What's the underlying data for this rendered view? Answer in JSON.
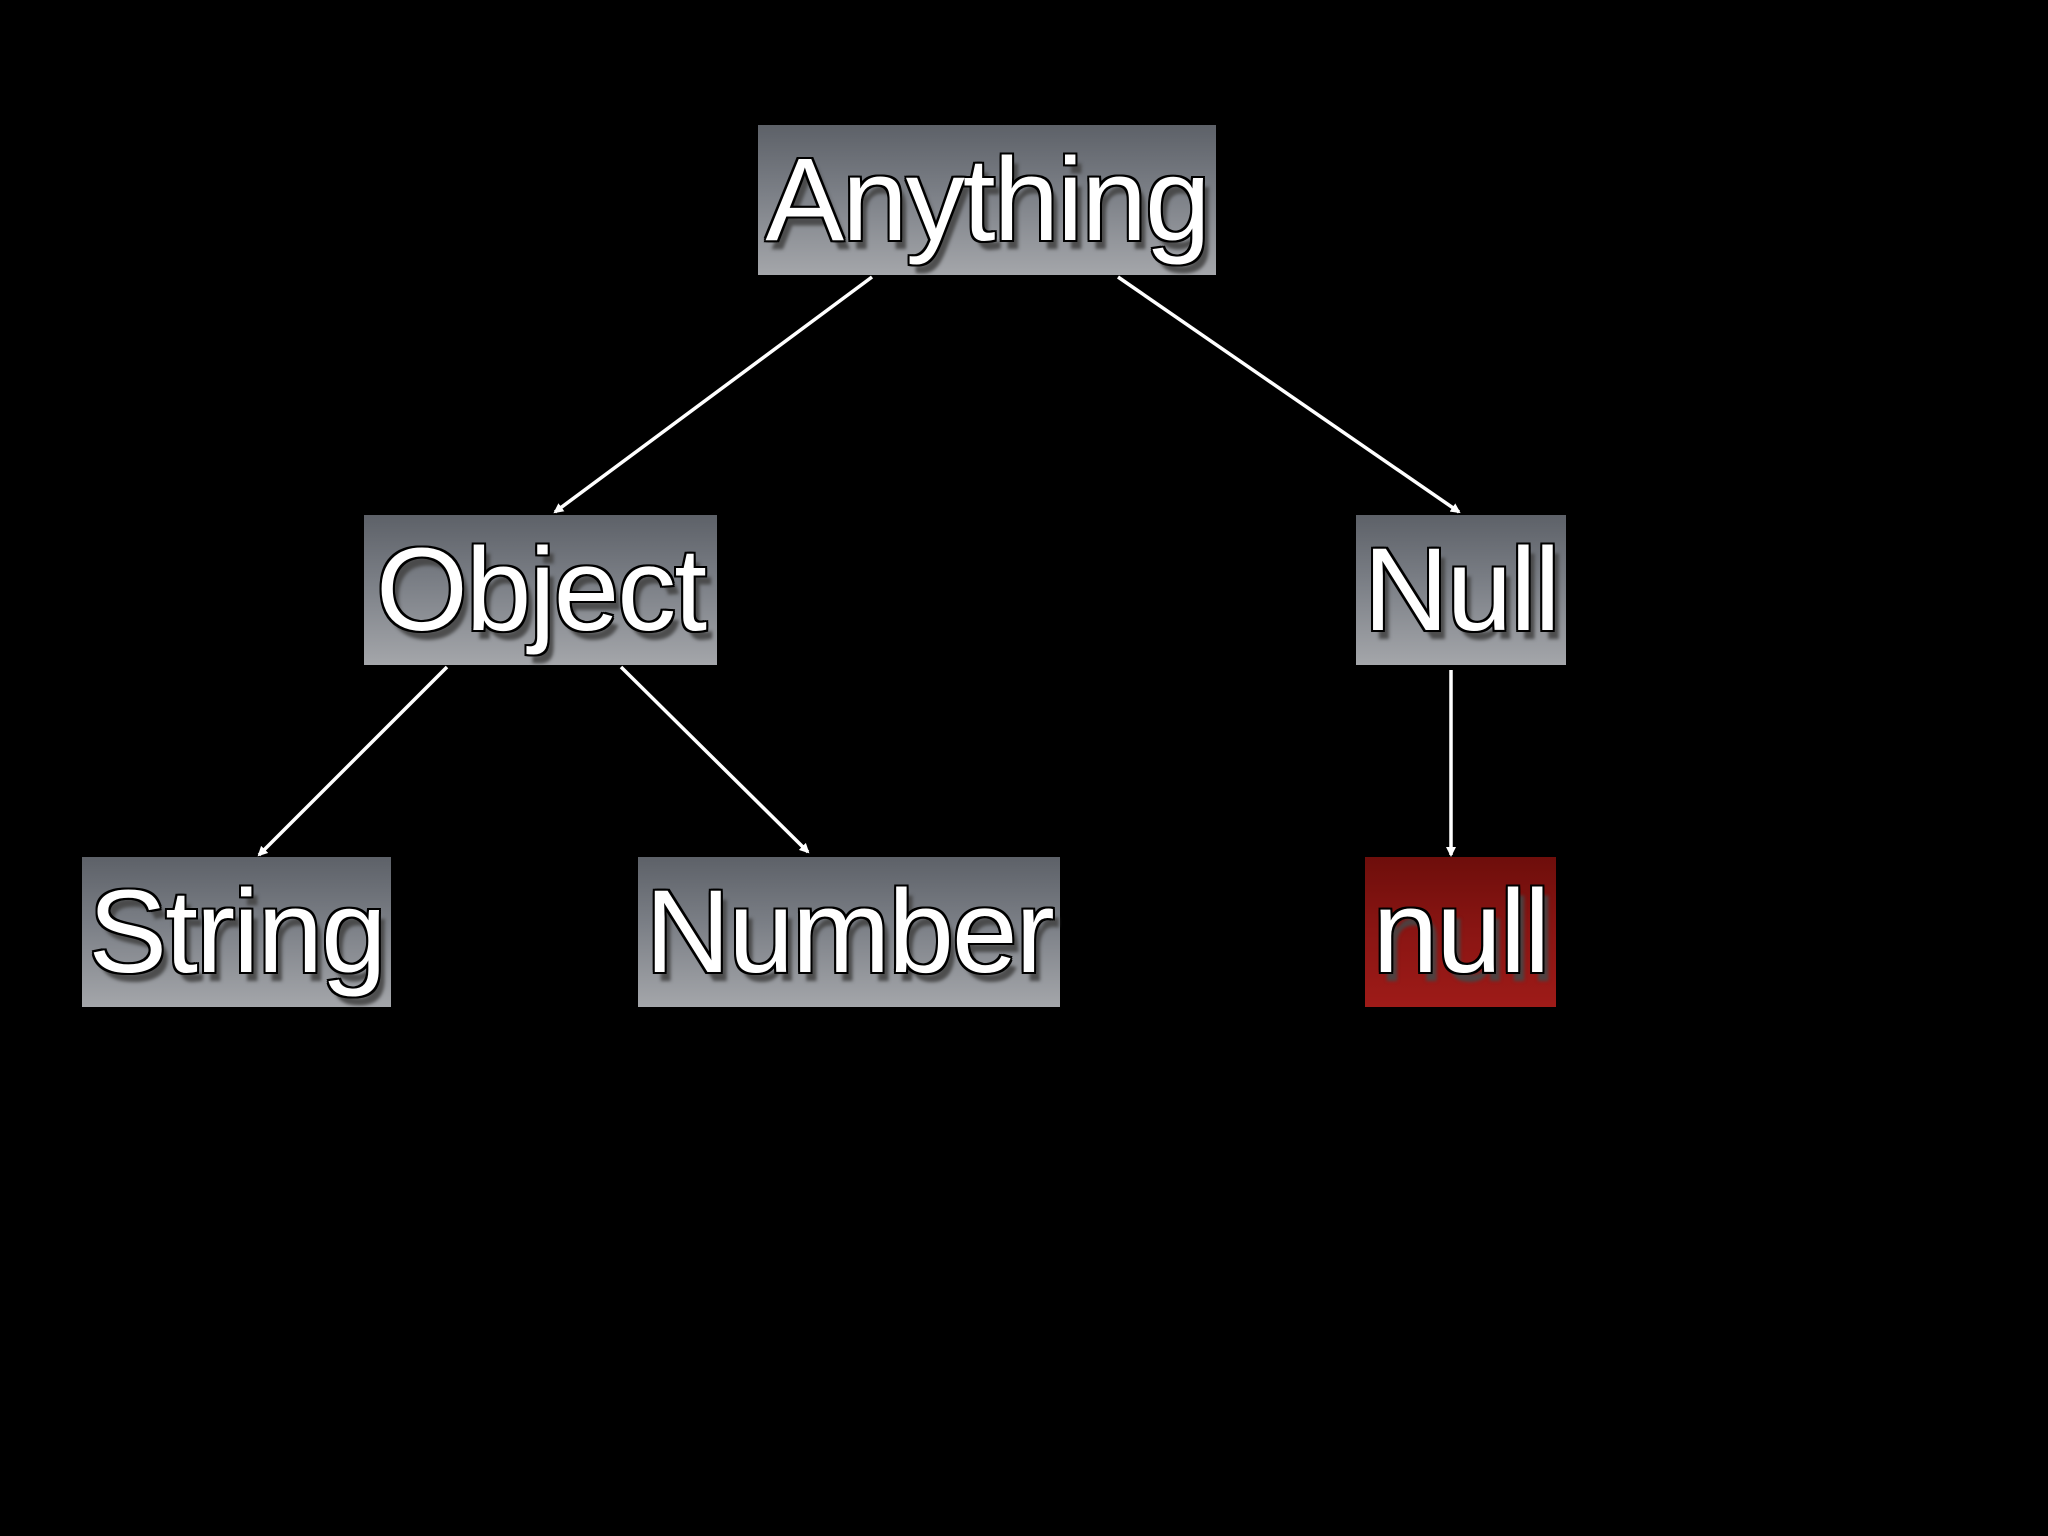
{
  "diagram": {
    "nodes": {
      "anything": {
        "label": "Anything"
      },
      "object": {
        "label": "Object"
      },
      "null_type": {
        "label": "Null"
      },
      "string": {
        "label": "String"
      },
      "number": {
        "label": "Number"
      },
      "null_value": {
        "label": "null"
      }
    },
    "edges": [
      {
        "from": "anything",
        "to": "object"
      },
      {
        "from": "anything",
        "to": "null_type"
      },
      {
        "from": "object",
        "to": "string"
      },
      {
        "from": "object",
        "to": "number"
      },
      {
        "from": "null_type",
        "to": "null_value"
      }
    ],
    "colors": {
      "background": "#000000",
      "node_fill": "#7b7f86",
      "highlight_fill": "#8a1513",
      "edge": "#ffffff",
      "label": "#ffffff"
    }
  }
}
